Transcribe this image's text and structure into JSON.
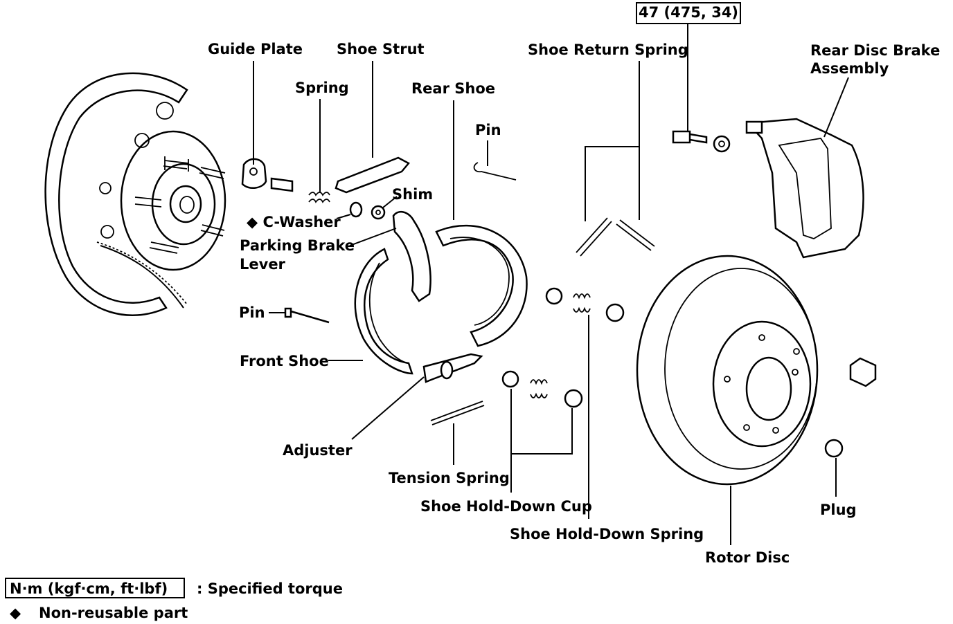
{
  "labels": {
    "torque_value": "47 (475, 34)",
    "guide_plate": "Guide Plate",
    "shoe_strut": "Shoe Strut",
    "shoe_return_spring": "Shoe Return Spring",
    "rear_disc_brake_line1": "Rear Disc Brake",
    "rear_disc_brake_line2": "Assembly",
    "spring": "Spring",
    "rear_shoe": "Rear Shoe",
    "pin_top": "Pin",
    "shim": "Shim",
    "c_washer": "◆ C-Washer",
    "parking_brake_line1": "Parking Brake",
    "parking_brake_line2": "Lever",
    "pin_left": "Pin",
    "front_shoe": "Front Shoe",
    "adjuster": "Adjuster",
    "tension_spring": "Tension Spring",
    "shoe_hold_down_cup": "Shoe Hold-Down Cup",
    "shoe_hold_down_spring": "Shoe Hold-Down Spring",
    "rotor_disc": "Rotor Disc",
    "plug": "Plug"
  },
  "legend": {
    "torque_unit": "N·m (kgf·cm, ft·lbf)",
    "torque_desc": ":  Specified torque",
    "nonreusable_symbol": "◆",
    "nonreusable_desc": "Non-reusable part"
  }
}
